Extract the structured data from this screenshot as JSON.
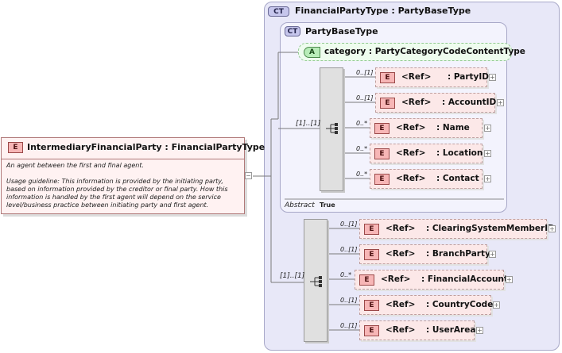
{
  "outer": {
    "badge": "CT",
    "title": "FinancialPartyType : PartyBaseType"
  },
  "inner": {
    "badge": "CT",
    "title": "PartyBaseType",
    "abstract_label": "Abstract",
    "abstract_value": "True"
  },
  "attribute": {
    "badge": "A",
    "name": "category",
    "type": ": PartyCategoryCodeContentType"
  },
  "main_element": {
    "badge": "E",
    "name": "IntermediaryFinancialParty",
    "type": ": FinancialPartyType",
    "documentation": [
      "An agent between the first and final agent.",
      "Usage guideline: This information is provided by the initiating party, based on information provided by the creditor or final party. How this information is handled by the first agent will depend on the service level/business practice between initiating party and first agent."
    ]
  },
  "inner_sequence": {
    "cardinality": "[1]..[1]",
    "elements": [
      {
        "badge": "E",
        "ref": "<Ref>",
        "name": ": PartyIDs",
        "cardinality": "0..[1]"
      },
      {
        "badge": "E",
        "ref": "<Ref>",
        "name": ": AccountID",
        "cardinality": "0..[1]"
      },
      {
        "badge": "E",
        "ref": "<Ref>",
        "name": ": Name",
        "cardinality": "0..*"
      },
      {
        "badge": "E",
        "ref": "<Ref>",
        "name": ": Location",
        "cardinality": "0..*"
      },
      {
        "badge": "E",
        "ref": "<Ref>",
        "name": ": Contact",
        "cardinality": "0..*"
      }
    ]
  },
  "outer_sequence": {
    "cardinality": "[1]..[1]",
    "elements": [
      {
        "badge": "E",
        "ref": "<Ref>",
        "name": ": ClearingSystemMemberID",
        "cardinality": "0..[1]"
      },
      {
        "badge": "E",
        "ref": "<Ref>",
        "name": ": BranchParty",
        "cardinality": "0..[1]"
      },
      {
        "badge": "E",
        "ref": "<Ref>",
        "name": ": FinancialAccount",
        "cardinality": "0..*"
      },
      {
        "badge": "E",
        "ref": "<Ref>",
        "name": ": CountryCode",
        "cardinality": "0..[1]"
      },
      {
        "badge": "E",
        "ref": "<Ref>",
        "name": ": UserArea",
        "cardinality": "0..[1]"
      }
    ]
  },
  "expand_symbol": "+",
  "collapse_symbol": "−"
}
